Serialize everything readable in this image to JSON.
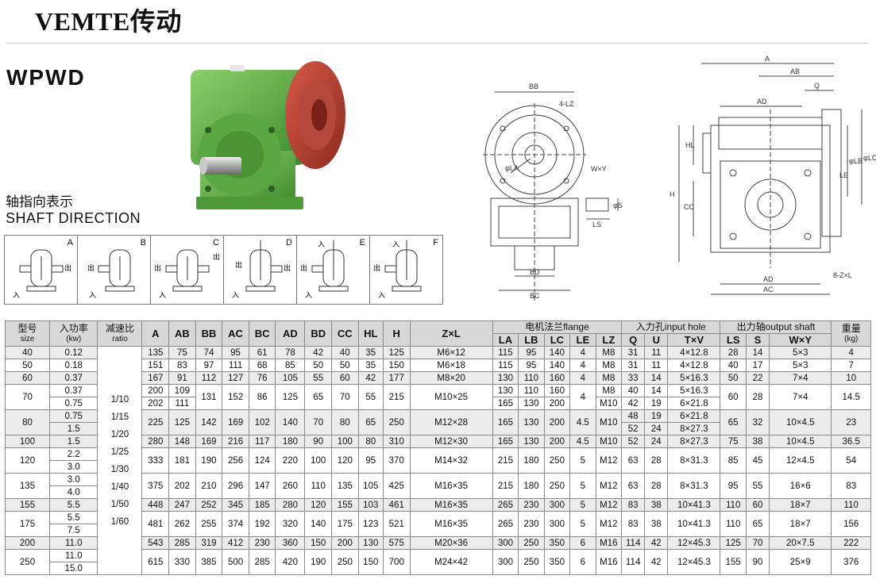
{
  "header": {
    "brand": "VEMTE传动",
    "model": "WPWD"
  },
  "shaft_direction": {
    "title_zh": "轴指向表示",
    "title_en": "SHAFT DIRECTION",
    "panels": [
      {
        "letter": "A",
        "in_label": "入",
        "out_label": "出"
      },
      {
        "letter": "B",
        "in_label": "入",
        "out_label": "出"
      },
      {
        "letter": "C",
        "in_label": "入",
        "out_label": "出"
      },
      {
        "letter": "D",
        "in_label": "入",
        "out_label": "出"
      },
      {
        "letter": "E",
        "in_label": "入",
        "out_label": "出"
      },
      {
        "letter": "F",
        "in_label": "入",
        "out_label": "出"
      }
    ]
  },
  "drawing_labels": {
    "front": {
      "BB": "BB",
      "LZ": "4-LZ",
      "LA": "φLA",
      "WY": "W×Y",
      "S": "φS",
      "LS": "LS",
      "BD": "BD",
      "BC": "BC"
    },
    "side": {
      "A": "A",
      "AB": "AB",
      "Q": "Q",
      "AD_top": "AD",
      "HL": "HL",
      "H": "H",
      "CC": "CC",
      "LB": "φLB",
      "LC": "φLC",
      "LE": "LE",
      "AD_bottom": "AD",
      "AC": "AC",
      "ZL": "8-Z×L"
    }
  },
  "table": {
    "headers": {
      "size_zh": "型号",
      "size_en": "size",
      "power_zh": "入功率",
      "power_en": "(kw)",
      "ratio_zh": "减速比",
      "ratio_en": "ratio",
      "A": "A",
      "AB": "AB",
      "BB": "BB",
      "AC": "AC",
      "BC": "BC",
      "AD": "AD",
      "BD": "BD",
      "CC": "CC",
      "HL": "HL",
      "H": "H",
      "ZL": "Z×L",
      "flange": "电机法兰flange",
      "LA": "LA",
      "LB": "LB",
      "LC": "LC",
      "LE": "LE",
      "LZ": "LZ",
      "input": "入力孔input hole",
      "Q": "Q",
      "U": "U",
      "TV": "T×V",
      "output": "出力轴output shaft",
      "LS": "LS",
      "S": "S",
      "WY": "W×Y",
      "weight_zh": "重量",
      "weight_en": "(kg)"
    },
    "ratios": [
      "1/10",
      "1/15",
      "1/20",
      "1/25",
      "1/30",
      "1/40",
      "1/50",
      "1/60"
    ],
    "rows": [
      {
        "size": "40",
        "power": [
          "0.12"
        ],
        "A": "135",
        "AB": "75",
        "BB": "74",
        "AC": "95",
        "BC": "61",
        "AD": "78",
        "BD": "42",
        "CC": "40",
        "HL": "35",
        "H": "125",
        "ZL": "M6×12",
        "LA": [
          "115"
        ],
        "LB": [
          "95"
        ],
        "LC": [
          "140"
        ],
        "LE": [
          "4"
        ],
        "LZ": [
          "M8"
        ],
        "Q": [
          "31"
        ],
        "U": [
          "11"
        ],
        "TV": [
          "4×12.8"
        ],
        "LS": "28",
        "S": "14",
        "WY": "5×3",
        "weight": "4"
      },
      {
        "size": "50",
        "power": [
          "0.18"
        ],
        "A": "151",
        "AB": "83",
        "BB": "97",
        "AC": "111",
        "BC": "68",
        "AD": "85",
        "BD": "50",
        "CC": "50",
        "HL": "35",
        "H": "150",
        "ZL": "M6×18",
        "LA": [
          "115"
        ],
        "LB": [
          "95"
        ],
        "LC": [
          "140"
        ],
        "LE": [
          "4"
        ],
        "LZ": [
          "M8"
        ],
        "Q": [
          "31"
        ],
        "U": [
          "11"
        ],
        "TV": [
          "4×12.8"
        ],
        "LS": "40",
        "S": "17",
        "WY": "5×3",
        "weight": "7"
      },
      {
        "size": "60",
        "power": [
          "0.37"
        ],
        "A": "167",
        "AB": "91",
        "BB": "112",
        "AC": "127",
        "BC": "76",
        "AD": "105",
        "BD": "55",
        "CC": "60",
        "HL": "42",
        "H": "177",
        "ZL": "M8×20",
        "LA": [
          "130"
        ],
        "LB": [
          "110"
        ],
        "LC": [
          "160"
        ],
        "LE": [
          "4"
        ],
        "LZ": [
          "M8"
        ],
        "Q": [
          "33"
        ],
        "U": [
          "14"
        ],
        "TV": [
          "5×16.3"
        ],
        "LS": "50",
        "S": "22",
        "WY": "7×4",
        "weight": "10"
      },
      {
        "size": "70",
        "power": [
          "0.37",
          "0.75"
        ],
        "A": [
          "200",
          "202"
        ],
        "AB": [
          "109",
          "111"
        ],
        "BB": "131",
        "AC": "152",
        "BC": "86",
        "AD": "125",
        "BD": "65",
        "CC": "70",
        "HL": "55",
        "H": "215",
        "ZL": "M10×25",
        "LA": [
          "130",
          "165"
        ],
        "LB": [
          "110",
          "130"
        ],
        "LC": [
          "160",
          "200"
        ],
        "LE": [
          "4"
        ],
        "LZ": [
          "M8",
          "M10"
        ],
        "Q": [
          "40",
          "42"
        ],
        "U": [
          "14",
          "19"
        ],
        "TV": [
          "5×16.3",
          "6×21.8"
        ],
        "LS": "60",
        "S": "28",
        "WY": "7×4",
        "weight": "14.5"
      },
      {
        "size": "80",
        "power": [
          "0.75",
          "1.5"
        ],
        "A": "225",
        "AB": "125",
        "BB": "142",
        "AC": "169",
        "BC": "102",
        "AD": "140",
        "BD": "70",
        "CC": "80",
        "HL": "65",
        "H": "250",
        "ZL": "M12×28",
        "LA": [
          "165"
        ],
        "LB": [
          "130"
        ],
        "LC": [
          "200"
        ],
        "LE": [
          "4.5"
        ],
        "LZ": [
          "M10"
        ],
        "Q": [
          "48",
          "52"
        ],
        "U": [
          "19",
          "24"
        ],
        "TV": [
          "6×21.8",
          "8×27.3"
        ],
        "LS": "65",
        "S": "32",
        "WY": "10×4.5",
        "weight": "23"
      },
      {
        "size": "100",
        "power": [
          "1.5"
        ],
        "A": "280",
        "AB": "148",
        "BB": "169",
        "AC": "216",
        "BC": "117",
        "AD": "180",
        "BD": "90",
        "CC": "100",
        "HL": "80",
        "H": "310",
        "ZL": "M12×30",
        "LA": [
          "165"
        ],
        "LB": [
          "130"
        ],
        "LC": [
          "200"
        ],
        "LE": [
          "4.5"
        ],
        "LZ": [
          "M10"
        ],
        "Q": [
          "52"
        ],
        "U": [
          "24"
        ],
        "TV": [
          "8×27.3"
        ],
        "LS": "75",
        "S": "38",
        "WY": "10×4.5",
        "weight": "36.5"
      },
      {
        "size": "120",
        "power": [
          "2.2",
          "3.0"
        ],
        "A": "333",
        "AB": "181",
        "BB": "190",
        "AC": "256",
        "BC": "124",
        "AD": "220",
        "BD": "100",
        "CC": "120",
        "HL": "95",
        "H": "370",
        "ZL": "M14×32",
        "LA": [
          "215"
        ],
        "LB": [
          "180"
        ],
        "LC": [
          "250"
        ],
        "LE": [
          "5"
        ],
        "LZ": [
          "M12"
        ],
        "Q": [
          "63"
        ],
        "U": [
          "28"
        ],
        "TV": [
          "8×31.3"
        ],
        "LS": "85",
        "S": "45",
        "WY": "12×4.5",
        "weight": "54"
      },
      {
        "size": "135",
        "power": [
          "3.0",
          "4.0"
        ],
        "A": "375",
        "AB": "202",
        "BB": "210",
        "AC": "296",
        "BC": "147",
        "AD": "260",
        "BD": "110",
        "CC": "135",
        "HL": "105",
        "H": "425",
        "ZL": "M16×35",
        "LA": [
          "215"
        ],
        "LB": [
          "180"
        ],
        "LC": [
          "250"
        ],
        "LE": [
          "5"
        ],
        "LZ": [
          "M12"
        ],
        "Q": [
          "63"
        ],
        "U": [
          "28"
        ],
        "TV": [
          "8×31.3"
        ],
        "LS": "95",
        "S": "55",
        "WY": "16×6",
        "weight": "83"
      },
      {
        "size": "155",
        "power": [
          "5.5"
        ],
        "A": "448",
        "AB": "247",
        "BB": "252",
        "AC": "345",
        "BC": "185",
        "AD": "280",
        "BD": "120",
        "CC": "155",
        "HL": "103",
        "H": "461",
        "ZL": "M16×35",
        "LA": [
          "265"
        ],
        "LB": [
          "230"
        ],
        "LC": [
          "300"
        ],
        "LE": [
          "5"
        ],
        "LZ": [
          "M12"
        ],
        "Q": [
          "83"
        ],
        "U": [
          "38"
        ],
        "TV": [
          "10×41.3"
        ],
        "LS": "110",
        "S": "60",
        "WY": "18×7",
        "weight": "110"
      },
      {
        "size": "175",
        "power": [
          "5.5",
          "7.5"
        ],
        "A": "481",
        "AB": "262",
        "BB": "255",
        "AC": "374",
        "BC": "192",
        "AD": "320",
        "BD": "140",
        "CC": "175",
        "HL": "123",
        "H": "521",
        "ZL": "M16×35",
        "LA": [
          "265"
        ],
        "LB": [
          "230"
        ],
        "LC": [
          "300"
        ],
        "LE": [
          "5"
        ],
        "LZ": [
          "M12"
        ],
        "Q": [
          "83"
        ],
        "U": [
          "38"
        ],
        "TV": [
          "10×41.3"
        ],
        "LS": "110",
        "S": "65",
        "WY": "18×7",
        "weight": "156"
      },
      {
        "size": "200",
        "power": [
          "11.0"
        ],
        "A": "543",
        "AB": "285",
        "BB": "319",
        "AC": "412",
        "BC": "230",
        "AD": "360",
        "BD": "150",
        "CC": "200",
        "HL": "130",
        "H": "575",
        "ZL": "M20×36",
        "LA": [
          "300"
        ],
        "LB": [
          "250"
        ],
        "LC": [
          "350"
        ],
        "LE": [
          "6"
        ],
        "LZ": [
          "M16"
        ],
        "Q": [
          "114"
        ],
        "U": [
          "42"
        ],
        "TV": [
          "12×45.3"
        ],
        "LS": "125",
        "S": "70",
        "WY": "20×7.5",
        "weight": "222"
      },
      {
        "size": "250",
        "power": [
          "11.0",
          "15.0"
        ],
        "A": "615",
        "AB": "330",
        "BB": "385",
        "AC": "500",
        "BC": "285",
        "AD": "420",
        "BD": "190",
        "CC": "250",
        "HL": "150",
        "H": "700",
        "ZL": "M24×42",
        "LA": [
          "300"
        ],
        "LB": [
          "250"
        ],
        "LC": [
          "350"
        ],
        "LE": [
          "6"
        ],
        "LZ": [
          "M16"
        ],
        "Q": [
          "114"
        ],
        "U": [
          "42"
        ],
        "TV": [
          "12×45.3"
        ],
        "LS": "155",
        "S": "90",
        "WY": "25×9",
        "weight": "376"
      }
    ]
  }
}
